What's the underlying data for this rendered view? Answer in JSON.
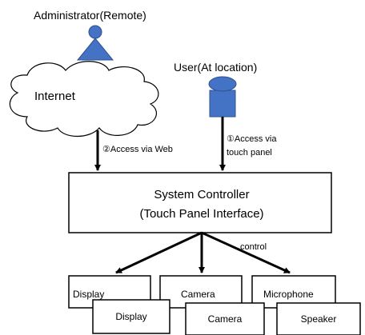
{
  "labels": {
    "administrator": "Administrator(Remote)",
    "user": "User(At location)",
    "internet": "Internet",
    "access_web": "②Access via Web",
    "access_touch_line1": "①Access via",
    "access_touch_line2": "touch panel",
    "controller_line1": "System Controller",
    "controller_line2": "(Touch Panel Interface)",
    "control": "control"
  },
  "devices": {
    "back_row": [
      "Display",
      "Camera",
      "Microphone"
    ],
    "front_row": [
      "Display",
      "Camera",
      "Speaker"
    ]
  },
  "colors": {
    "person_fill": "#4472c4",
    "person_stroke": "#2f528f",
    "line": "#000000",
    "box_fill": "#ffffff"
  }
}
